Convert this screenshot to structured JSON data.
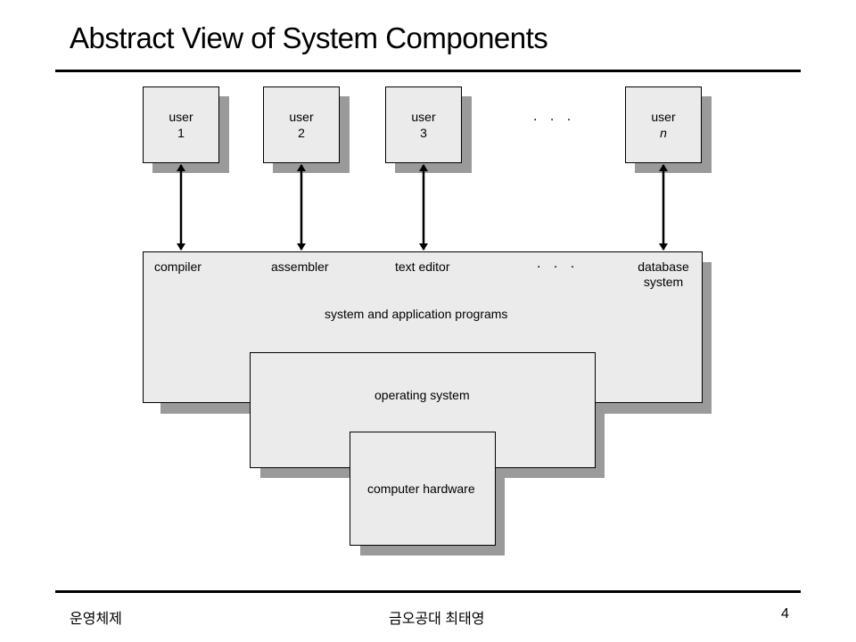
{
  "title": "Abstract View of System Components",
  "users": [
    {
      "label": "user",
      "number": "1"
    },
    {
      "label": "user",
      "number": "2"
    },
    {
      "label": "user",
      "number": "3"
    },
    {
      "label": "user",
      "number": "n"
    }
  ],
  "users_ellipsis": ". . .",
  "programs": {
    "compiler": "compiler",
    "assembler": "assembler",
    "text_editor": "text editor",
    "ellipsis": ". . .",
    "database_line1": "database",
    "database_line2": "system",
    "layer_label": "system and application programs"
  },
  "os_label": "operating system",
  "hardware_label": "computer hardware",
  "footer": {
    "course": "운영체제",
    "author": "금오공대 최태영",
    "page": "4"
  }
}
